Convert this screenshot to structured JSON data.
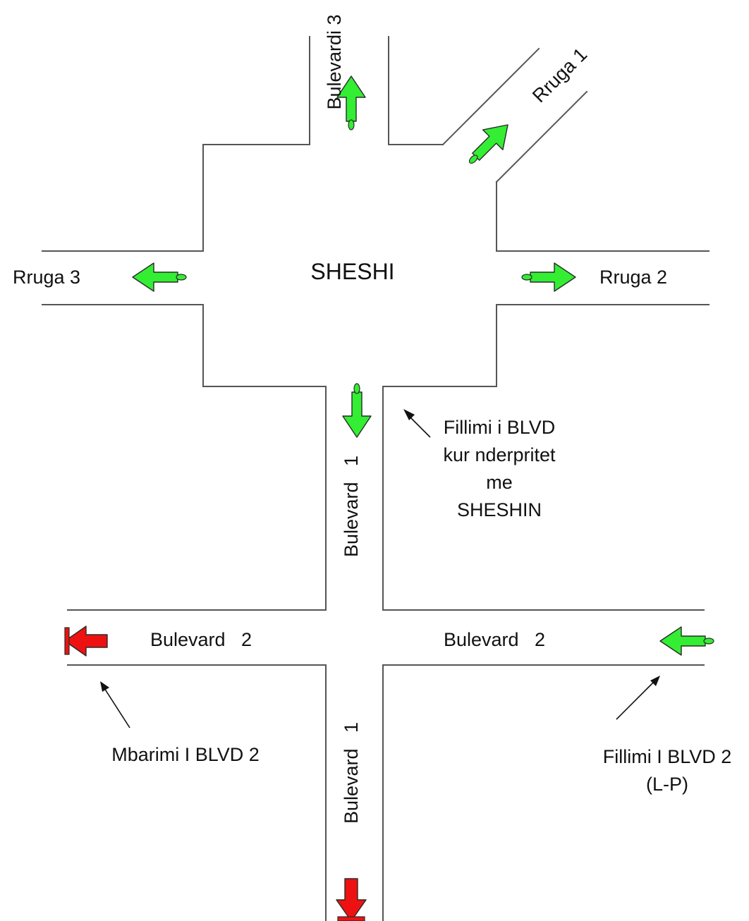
{
  "colors": {
    "background": "#ffffff",
    "road_edge": "#555555",
    "arrow_start": "#33ee33",
    "arrow_end": "#ee1111",
    "arrow_outline": "#2a2a2a",
    "text": "#111111"
  },
  "labels": {
    "center": "SHESHI",
    "bulevardi_3": "Bulevardi 3",
    "rruga_1": "Rruga 1",
    "rruga_2": "Rruga 2",
    "rruga_3": "Rruga 3",
    "bulevard_1_upper": "Bulevard   1",
    "bulevard_1_lower": "Bulevard   1",
    "bulevard_2_left": "Bulevard   2",
    "bulevard_2_right": "Bulevard   2"
  },
  "annotations": {
    "blvd1_start": [
      "Fillimi i BLVD",
      "kur nderpritet",
      "me",
      "SHESHIN"
    ],
    "blvd2_end": [
      "Mbarimi I BLVD 2"
    ],
    "blvd2_start": [
      "Fillimi I BLVD 2",
      "(L-P)"
    ]
  },
  "arrows": [
    {
      "name": "arrow-bulevardi-3-out",
      "kind": "start",
      "direction": "north"
    },
    {
      "name": "arrow-rruga-1-out",
      "kind": "start",
      "direction": "north-east"
    },
    {
      "name": "arrow-rruga-3-out",
      "kind": "start",
      "direction": "west"
    },
    {
      "name": "arrow-rruga-2-out",
      "kind": "start",
      "direction": "east"
    },
    {
      "name": "arrow-bulevard-1-start",
      "kind": "start",
      "direction": "south"
    },
    {
      "name": "arrow-bulevard-2-start",
      "kind": "start",
      "direction": "west"
    },
    {
      "name": "arrow-bulevard-2-end",
      "kind": "end",
      "direction": "west"
    },
    {
      "name": "arrow-bulevard-1-end",
      "kind": "end",
      "direction": "south"
    }
  ]
}
